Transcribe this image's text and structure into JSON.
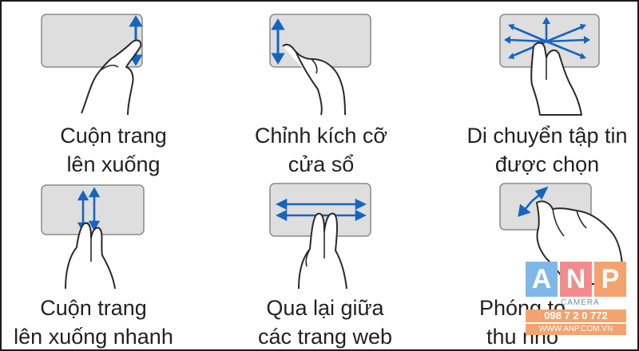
{
  "colors": {
    "touchpad_fill": "#dedede",
    "touchpad_border": "#8a8a8a",
    "arrow": "#1565c0",
    "hand_stroke": "#2a2a2a",
    "text": "#222222"
  },
  "gestures": [
    {
      "caption_line1": "Cuộn trang",
      "caption_line2": "lên xuống",
      "icon": "two-finger-vertical-scroll-icon"
    },
    {
      "caption_line1": "Chỉnh kích cỡ",
      "caption_line2": "cửa sổ",
      "icon": "one-finger-resize-icon"
    },
    {
      "caption_line1": "Di chuyển tập tin",
      "caption_line2": "được chọn",
      "icon": "multi-direction-move-icon"
    },
    {
      "caption_line1": "Cuộn trang",
      "caption_line2": "lên xuống nhanh",
      "icon": "two-finger-fast-scroll-icon"
    },
    {
      "caption_line1": "Qua lại giữa",
      "caption_line2": "các trang web",
      "icon": "horizontal-swipe-icon"
    },
    {
      "caption_line1": "Phóng to",
      "caption_line2": "thu nhỏ",
      "icon": "pinch-zoom-icon"
    }
  ],
  "watermark": {
    "letters": [
      "A",
      "N",
      "P"
    ],
    "tile_colors": [
      "#7fb8e8",
      "#f28c8c",
      "#f3a36f"
    ],
    "word": "CAMERA",
    "phone": "098 7 2 0 772",
    "site": "WWW.ANP.COM.VN"
  }
}
